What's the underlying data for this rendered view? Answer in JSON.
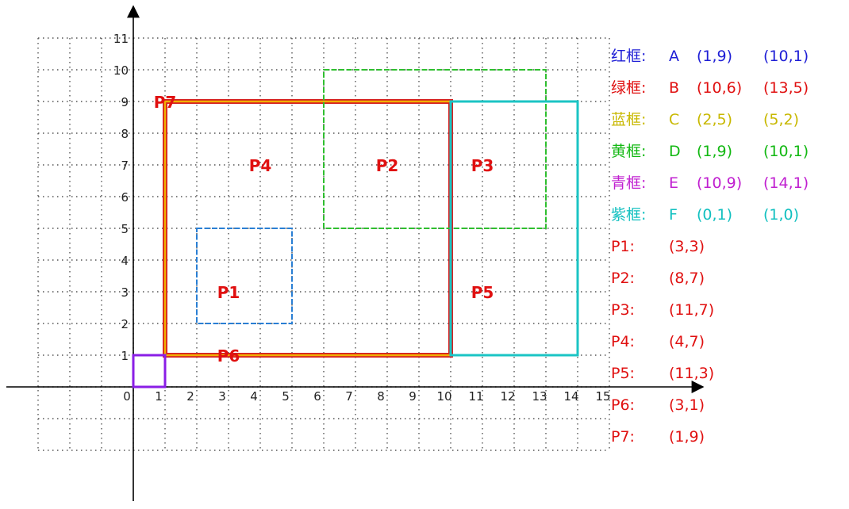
{
  "x_ticks": [
    "0",
    "1",
    "2",
    "3",
    "4",
    "5",
    "6",
    "7",
    "8",
    "9",
    "10",
    "11",
    "12",
    "13",
    "14",
    "15"
  ],
  "y_ticks": [
    "1",
    "2",
    "3",
    "4",
    "5",
    "6",
    "7",
    "8",
    "9",
    "10",
    "11"
  ],
  "rects": [
    {
      "id": "orange-box",
      "corners": [
        [
          1,
          9
        ],
        [
          10,
          1
        ]
      ],
      "stroke": "#d62020",
      "fill_stripe": "#f0b000",
      "style": "double"
    },
    {
      "id": "blue-box",
      "corners": [
        [
          2,
          5
        ],
        [
          5,
          2
        ]
      ],
      "stroke": "#2a7fd4",
      "style": "dashed"
    },
    {
      "id": "green-box",
      "corners": [
        [
          6,
          10
        ],
        [
          13,
          5
        ]
      ],
      "stroke": "#2fbf2f",
      "style": "dashed"
    },
    {
      "id": "cyan-box",
      "corners": [
        [
          10,
          9
        ],
        [
          14,
          1
        ]
      ],
      "stroke": "#1bc4c4",
      "style": "solid"
    },
    {
      "id": "purple-box",
      "corners": [
        [
          0,
          1
        ],
        [
          1,
          0
        ]
      ],
      "stroke": "#8a1ee6",
      "style": "solid"
    }
  ],
  "points": [
    {
      "label": "P1",
      "x": 3,
      "y": 3
    },
    {
      "label": "P2",
      "x": 8,
      "y": 7
    },
    {
      "label": "P3",
      "x": 11,
      "y": 7
    },
    {
      "label": "P4",
      "x": 4,
      "y": 7
    },
    {
      "label": "P5",
      "x": 11,
      "y": 3
    },
    {
      "label": "P6",
      "x": 3,
      "y": 1
    },
    {
      "label": "P7",
      "x": 1,
      "y": 9
    }
  ],
  "legend": [
    {
      "label": "红框:",
      "letter": "A",
      "c1": "(1,9)",
      "c2": "(10,1)",
      "color": "#1f1fd6"
    },
    {
      "label": "绿框:",
      "letter": "B",
      "c1": "(10,6)",
      "c2": "(13,5)",
      "color": "#e01010"
    },
    {
      "label": "蓝框:",
      "letter": "C",
      "c1": "(2,5)",
      "c2": "(5,2)",
      "color": "#c8b800"
    },
    {
      "label": "黄框:",
      "letter": "D",
      "c1": "(1,9)",
      "c2": "(10,1)",
      "color": "#12b812"
    },
    {
      "label": "青框:",
      "letter": "E",
      "c1": "(10,9)",
      "c2": "(14,1)",
      "color": "#c01fd0"
    },
    {
      "label": "紫框:",
      "letter": "F",
      "c1": "(0,1)",
      "c2": "(1,0)",
      "color": "#12c0c0"
    },
    {
      "label": "P1:",
      "letter": "",
      "c1": "(3,3)",
      "c2": "",
      "color": "#e01010"
    },
    {
      "label": "P2:",
      "letter": "",
      "c1": "(8,7)",
      "c2": "",
      "color": "#e01010"
    },
    {
      "label": "P3:",
      "letter": "",
      "c1": "(11,7)",
      "c2": "",
      "color": "#e01010"
    },
    {
      "label": "P4:",
      "letter": "",
      "c1": "(4,7)",
      "c2": "",
      "color": "#e01010"
    },
    {
      "label": "P5:",
      "letter": "",
      "c1": "(11,3)",
      "c2": "",
      "color": "#e01010"
    },
    {
      "label": "P6:",
      "letter": "",
      "c1": "(3,1)",
      "c2": "",
      "color": "#e01010"
    },
    {
      "label": "P7:",
      "letter": "",
      "c1": "(1,9)",
      "c2": "",
      "color": "#e01010"
    }
  ]
}
